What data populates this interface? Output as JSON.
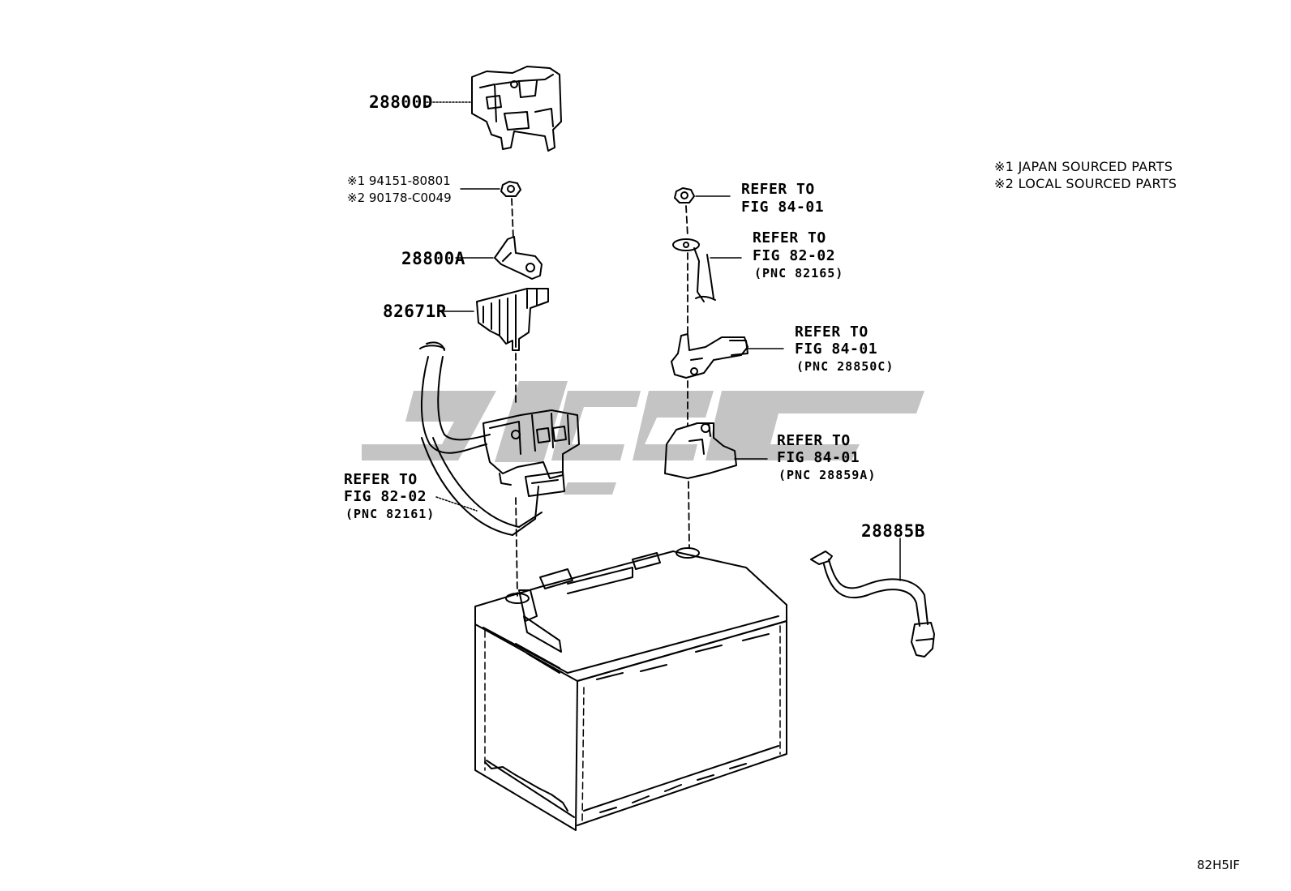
{
  "diagram_code": "82H5IF",
  "legend": [
    "※1 JAPAN SOURCED PARTS",
    "※2 LOCAL SOURCED PARTS"
  ],
  "parts": {
    "cover": "28800D",
    "nut_japan": "※1 94151-80801",
    "nut_local": "※2 90178-C0049",
    "clamp": "28800A",
    "fuse_block": "82671R",
    "vent_hose": "28885B"
  },
  "refs": {
    "neg_nut": {
      "line1": "REFER TO",
      "line2": "FIG 84-01"
    },
    "neg_cable": {
      "line1": "REFER TO",
      "line2": "FIG 82-02",
      "pnc": "(PNC 82165)"
    },
    "sensor": {
      "line1": "REFER TO",
      "line2": "FIG 84-01",
      "pnc": "(PNC 28850C)"
    },
    "bracket": {
      "line1": "REFER TO",
      "line2": "FIG 84-01",
      "pnc": "(PNC 28859A)"
    },
    "pos_cable": {
      "line1": "REFER TO",
      "line2": "FIG 82-02",
      "pnc": "(PNC 82161)"
    }
  },
  "colors": {
    "ink": "#000000",
    "watermark": "#c4c4c4",
    "background": "#ffffff"
  }
}
